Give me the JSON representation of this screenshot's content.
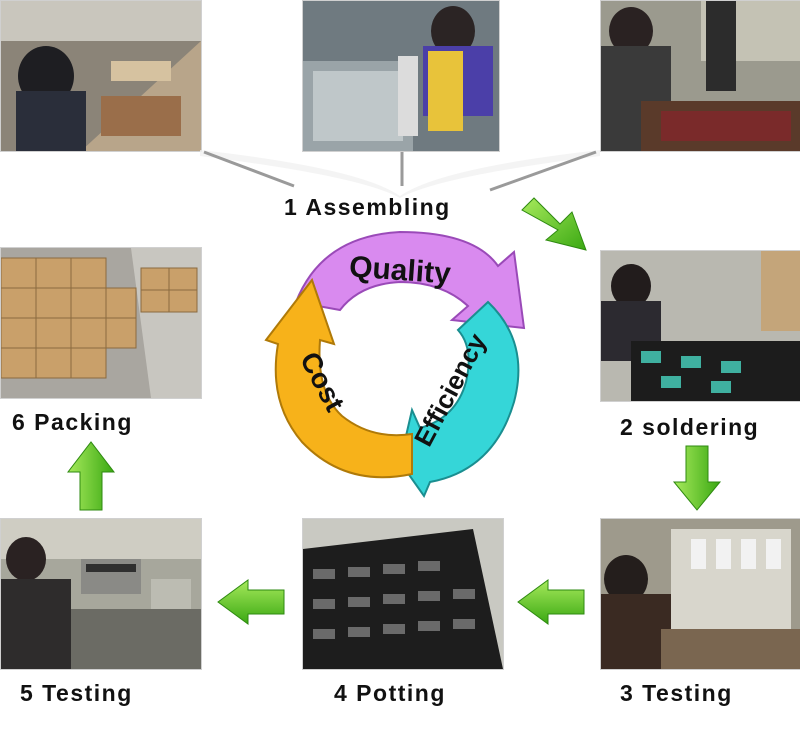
{
  "steps": [
    {
      "id": "1",
      "label": "1 Assembling"
    },
    {
      "id": "2",
      "label": "2 soldering"
    },
    {
      "id": "3",
      "label": "3 Testing"
    },
    {
      "id": "4",
      "label": "4 Potting"
    },
    {
      "id": "5",
      "label": "5 Testing"
    },
    {
      "id": "6",
      "label": "6 Packing"
    }
  ],
  "cycle": {
    "quality": "Quality",
    "efficiency": "Efficiency",
    "cost": "Cost"
  },
  "colors": {
    "quality": "#d98aef",
    "efficiency": "#35d6d8",
    "cost": "#f7b21a",
    "arrow_green": "#4fbf1e"
  }
}
